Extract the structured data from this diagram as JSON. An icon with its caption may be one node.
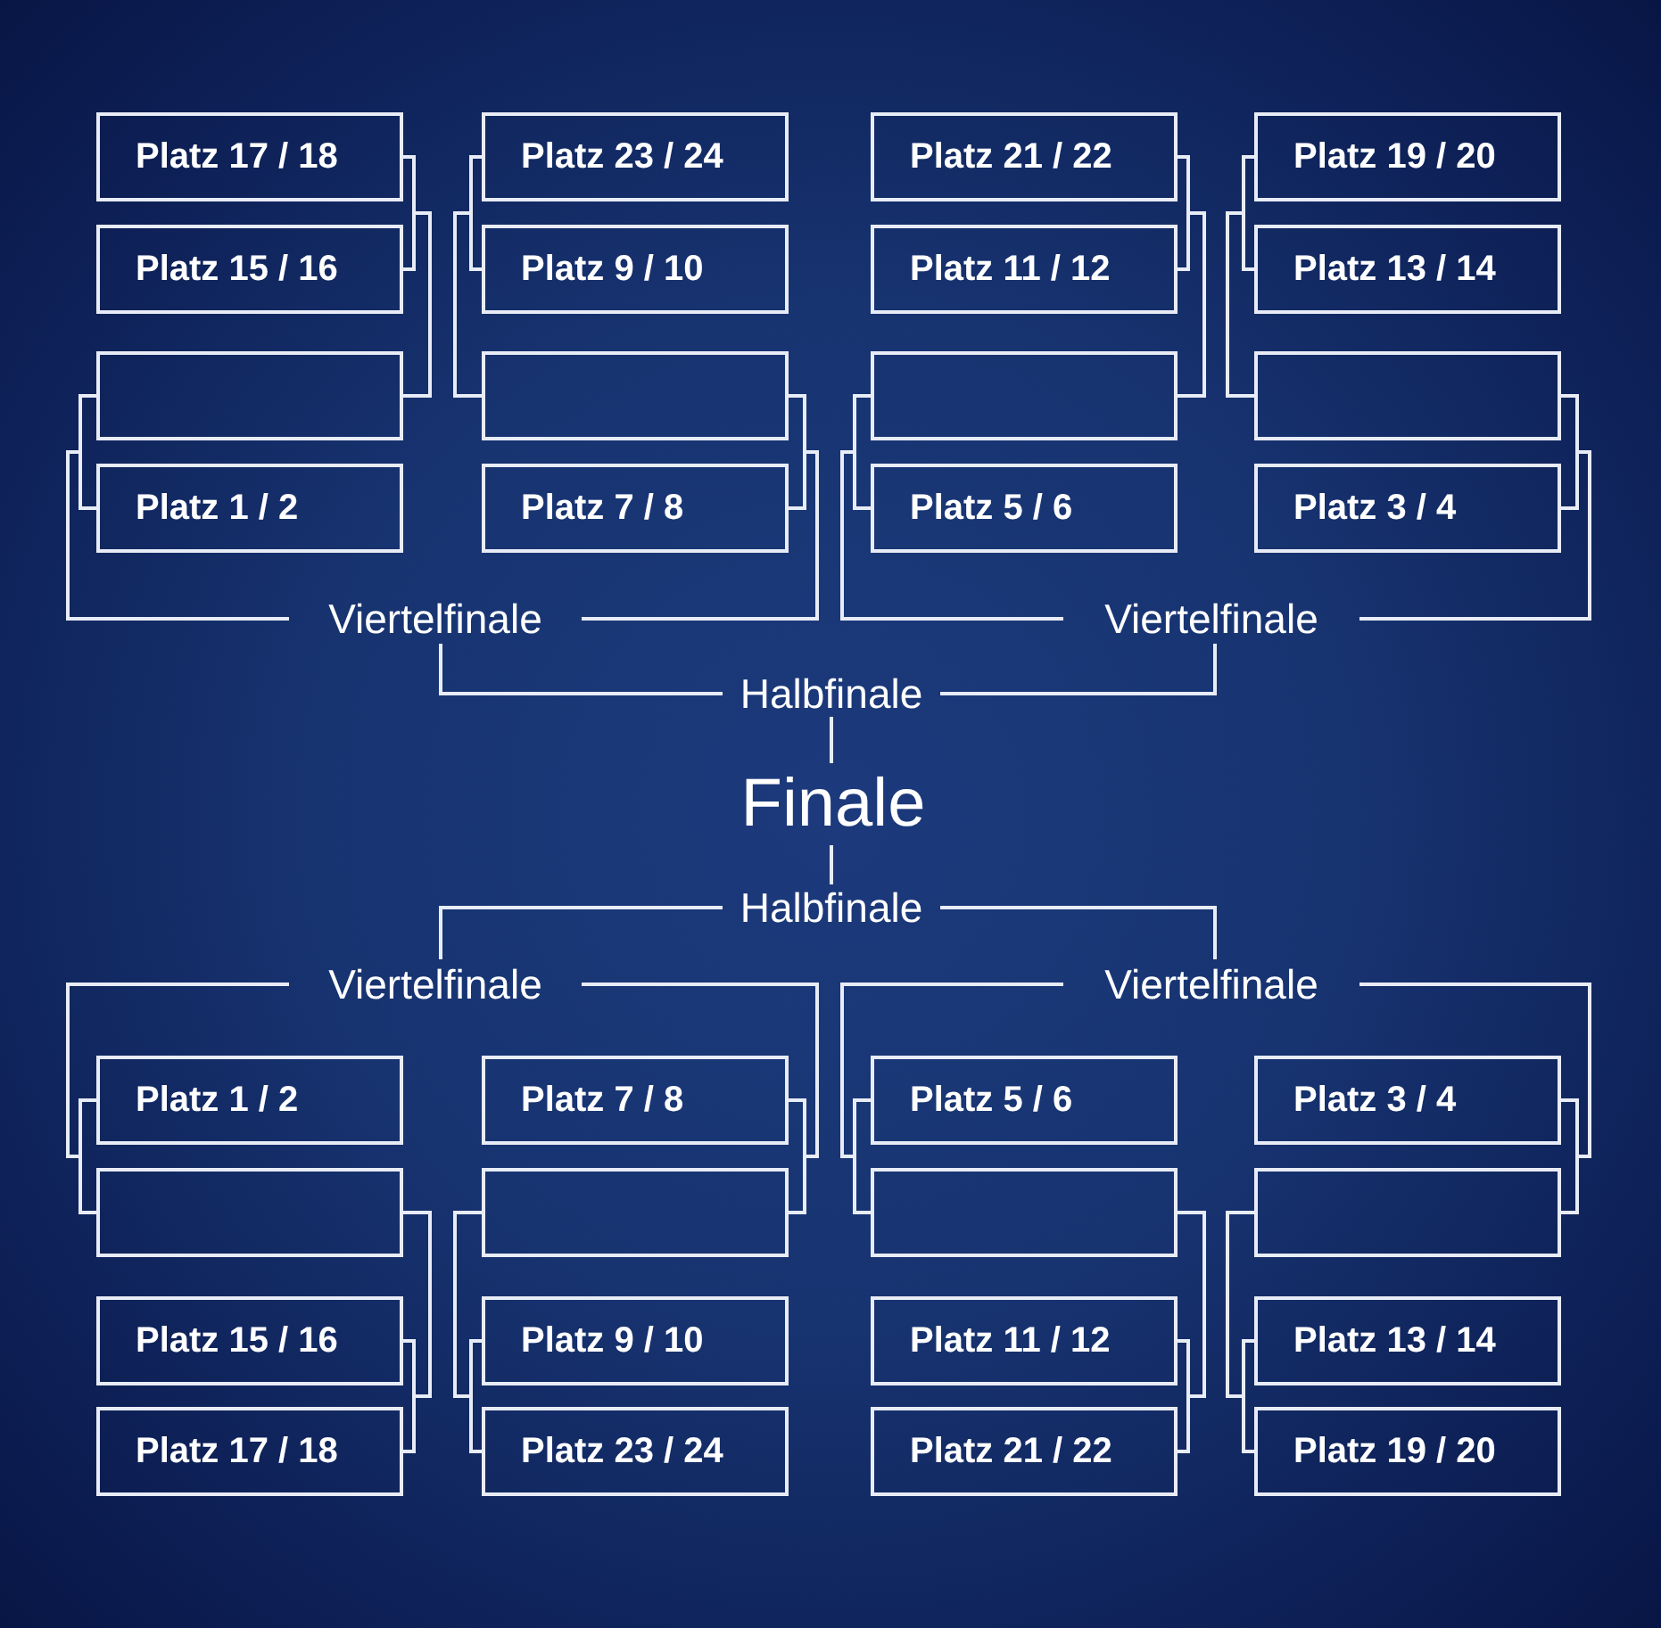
{
  "diagram": {
    "nodes": [
      {
        "text": [
          "Platz 17 / 18"
        ]
      },
      {
        "text": [
          "Platz 23 / 24"
        ]
      },
      {
        "text": [
          "Platz 21 / 22"
        ]
      },
      {
        "text": [
          "Platz 19 / 20"
        ]
      },
      {
        "text": [
          "Platz 15 / 16"
        ]
      },
      {
        "text": [
          "Platz 9 / 10"
        ]
      },
      {
        "text": [
          "Platz 11 / 12"
        ]
      },
      {
        "text": [
          "Platz 13 / 14"
        ]
      },
      {
        "text": [],
        "shape": "box"
      },
      {
        "text": [],
        "shape": "box"
      },
      {
        "text": [],
        "shape": "box"
      },
      {
        "text": [],
        "shape": "box"
      },
      {
        "text": [
          "Platz 1 / 2"
        ]
      },
      {
        "text": [
          "Platz 7 / 8"
        ]
      },
      {
        "text": [
          "Platz 5 / 6"
        ]
      },
      {
        "text": [
          "Platz 3 / 4"
        ]
      },
      {
        "text": [
          "Viertelfinale"
        ]
      },
      {
        "text": [
          "Viertelfinale"
        ]
      },
      {
        "text": [
          "Halbfinale"
        ]
      },
      {
        "text": [
          "Finale"
        ]
      },
      {
        "text": [
          "Halbfinale"
        ]
      },
      {
        "text": [
          "Viertelfinale"
        ]
      },
      {
        "text": [
          "Viertelfinale"
        ]
      },
      {
        "text": [
          "Platz 1 / 2"
        ]
      },
      {
        "text": [
          "Platz 7 / 8"
        ]
      },
      {
        "text": [
          "Platz 5 / 6"
        ]
      },
      {
        "text": [
          "Platz 3 / 4"
        ]
      },
      {
        "text": [],
        "shape": "box"
      },
      {
        "text": [],
        "shape": "box"
      },
      {
        "text": [],
        "shape": "box"
      },
      {
        "text": [],
        "shape": "box"
      },
      {
        "text": [
          "Platz 15 / 16"
        ]
      },
      {
        "text": [
          "Platz 9 / 10"
        ]
      },
      {
        "text": [
          "Platz 11 / 12"
        ]
      },
      {
        "text": [
          "Platz 13 / 14"
        ]
      },
      {
        "text": [
          "Platz 17 / 18"
        ]
      },
      {
        "text": [
          "Platz 23 / 24"
        ]
      },
      {
        "text": [
          "Platz 21 / 22"
        ]
      },
      {
        "text": [
          "Platz 19 / 20"
        ]
      }
    ],
    "edges": [
      {
        "from": 0,
        "to": 8,
        "arrow": "none"
      },
      {
        "from": 4,
        "to": 8,
        "arrow": "none"
      },
      {
        "from": 1,
        "to": 9,
        "arrow": "none"
      },
      {
        "from": 5,
        "to": 9,
        "arrow": "none"
      },
      {
        "from": 2,
        "to": 10,
        "arrow": "none"
      },
      {
        "from": 6,
        "to": 10,
        "arrow": "none"
      },
      {
        "from": 3,
        "to": 11,
        "arrow": "none"
      },
      {
        "from": 7,
        "to": 11,
        "arrow": "none"
      },
      {
        "from": 8,
        "to": 16,
        "arrow": "none"
      },
      {
        "from": 12,
        "to": 16,
        "arrow": "none"
      },
      {
        "from": 9,
        "to": 16,
        "arrow": "none"
      },
      {
        "from": 13,
        "to": 16,
        "arrow": "none"
      },
      {
        "from": 10,
        "to": 17,
        "arrow": "none"
      },
      {
        "from": 14,
        "to": 17,
        "arrow": "none"
      },
      {
        "from": 11,
        "to": 17,
        "arrow": "none"
      },
      {
        "from": 15,
        "to": 17,
        "arrow": "none"
      },
      {
        "from": 16,
        "to": 18,
        "arrow": "none"
      },
      {
        "from": 17,
        "to": 18,
        "arrow": "none"
      },
      {
        "from": 18,
        "to": 19,
        "arrow": "none"
      },
      {
        "from": 20,
        "to": 19,
        "arrow": "none"
      },
      {
        "from": 21,
        "to": 20,
        "arrow": "none"
      },
      {
        "from": 22,
        "to": 20,
        "arrow": "none"
      },
      {
        "from": 27,
        "to": 21,
        "arrow": "none"
      },
      {
        "from": 23,
        "to": 21,
        "arrow": "none"
      },
      {
        "from": 28,
        "to": 21,
        "arrow": "none"
      },
      {
        "from": 24,
        "to": 21,
        "arrow": "none"
      },
      {
        "from": 29,
        "to": 22,
        "arrow": "none"
      },
      {
        "from": 25,
        "to": 22,
        "arrow": "none"
      },
      {
        "from": 30,
        "to": 22,
        "arrow": "none"
      },
      {
        "from": 26,
        "to": 22,
        "arrow": "none"
      },
      {
        "from": 31,
        "to": 27,
        "arrow": "none"
      },
      {
        "from": 35,
        "to": 27,
        "arrow": "none"
      },
      {
        "from": 32,
        "to": 28,
        "arrow": "none"
      },
      {
        "from": 36,
        "to": 28,
        "arrow": "none"
      },
      {
        "from": 33,
        "to": 29,
        "arrow": "none"
      },
      {
        "from": 37,
        "to": 29,
        "arrow": "none"
      },
      {
        "from": 34,
        "to": 30,
        "arrow": "none"
      },
      {
        "from": 38,
        "to": 30,
        "arrow": "none"
      }
    ]
  }
}
